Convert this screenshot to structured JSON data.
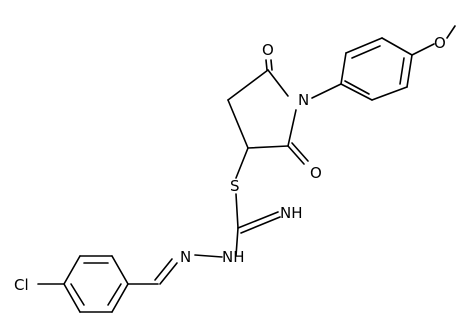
{
  "atoms": {
    "o_ring_top": "O",
    "o_ring_bottom": "O",
    "n_ring": "N",
    "o_methoxy": "O",
    "s_thio": "S",
    "nh_imine": "NH",
    "nh_hydrazine": "NH",
    "n_hydrazone": "N",
    "cl": "Cl"
  },
  "colors": {
    "line": "#000000",
    "background": "#ffffff"
  }
}
